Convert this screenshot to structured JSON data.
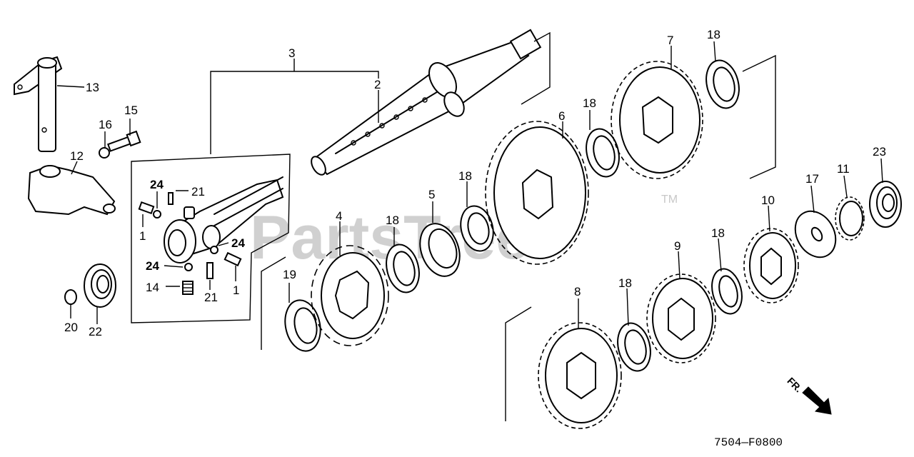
{
  "watermark": {
    "text": "PartsTree",
    "trademark": "TM"
  },
  "diagram_code": "7504—F0800",
  "direction": {
    "text": "FR.",
    "icon": "arrow-down-right-icon"
  },
  "callouts": [
    {
      "id": "c3",
      "text": "3"
    },
    {
      "id": "c2",
      "text": "2"
    },
    {
      "id": "c13",
      "text": "13"
    },
    {
      "id": "c16",
      "text": "16"
    },
    {
      "id": "c15",
      "text": "15"
    },
    {
      "id": "c12",
      "text": "12"
    },
    {
      "id": "c24a",
      "text": "24"
    },
    {
      "id": "c21a",
      "text": "21"
    },
    {
      "id": "c1a",
      "text": "1"
    },
    {
      "id": "c24b",
      "text": "24"
    },
    {
      "id": "c24c",
      "text": "24"
    },
    {
      "id": "c14",
      "text": "14"
    },
    {
      "id": "c21b",
      "text": "21"
    },
    {
      "id": "c1b",
      "text": "1"
    },
    {
      "id": "c20",
      "text": "20"
    },
    {
      "id": "c22",
      "text": "22"
    },
    {
      "id": "c19",
      "text": "19"
    },
    {
      "id": "c4",
      "text": "4"
    },
    {
      "id": "c18a",
      "text": "18"
    },
    {
      "id": "c5",
      "text": "5"
    },
    {
      "id": "c18b",
      "text": "18"
    },
    {
      "id": "c6",
      "text": "6"
    },
    {
      "id": "c18c",
      "text": "18"
    },
    {
      "id": "c7",
      "text": "7"
    },
    {
      "id": "c18d",
      "text": "18"
    },
    {
      "id": "c23",
      "text": "23"
    },
    {
      "id": "c11",
      "text": "11"
    },
    {
      "id": "c17",
      "text": "17"
    },
    {
      "id": "c10",
      "text": "10"
    },
    {
      "id": "c18e",
      "text": "18"
    },
    {
      "id": "c9",
      "text": "9"
    },
    {
      "id": "c18f",
      "text": "18"
    },
    {
      "id": "c8",
      "text": "8"
    }
  ]
}
